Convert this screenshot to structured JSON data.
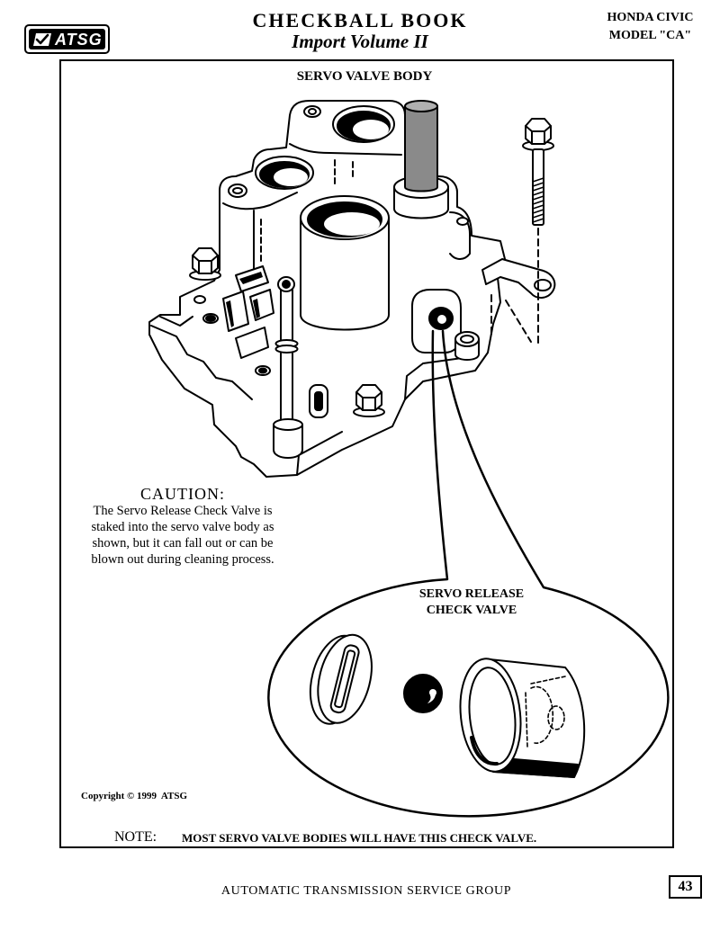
{
  "header": {
    "logo_text": "ATSG",
    "title": "CHECKBALL BOOK",
    "subtitle": "Import Volume II",
    "vehicle_make_model": "HONDA CIVIC",
    "vehicle_model_code": "MODEL \"CA\""
  },
  "figure": {
    "title": "SERVO VALVE BODY",
    "callout_label": [
      "SERVO RELEASE",
      "CHECK VALVE"
    ]
  },
  "caution": {
    "heading": "CAUTION:",
    "lines": [
      "The Servo Release Check Valve is",
      "staked into the servo valve body as",
      "shown, but it can fall out or can be",
      "blown out during cleaning process."
    ]
  },
  "copyright": "Copyright © 1999  ATSG",
  "note": {
    "label": "NOTE:",
    "text": "MOST SERVO VALVE BODIES WILL HAVE THIS CHECK VALVE."
  },
  "footer": {
    "organization": "AUTOMATIC TRANSMISSION SERVICE GROUP",
    "page_number": "43"
  },
  "icons": {
    "logo": "checkmark-icon"
  },
  "colors": {
    "ink": "#000000",
    "paper": "#ffffff",
    "servo_piston": "#8a8a8a"
  }
}
